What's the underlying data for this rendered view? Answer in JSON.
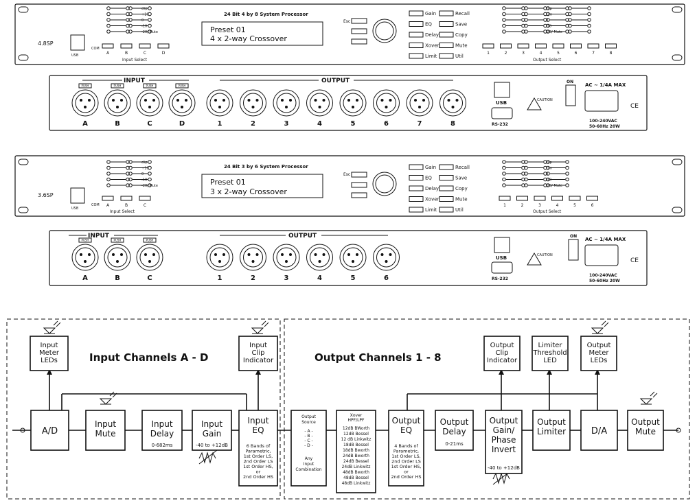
{
  "front8": {
    "model": "4.8SP",
    "title": "24 Bit   4 by 8 System Processor",
    "display_line1": "Preset 01",
    "display_line2": "4 x 2-way Crossover",
    "esc": "Esc",
    "usb": "USB",
    "com": "COM",
    "input_leds": [
      "clip",
      "+10",
      "0",
      "-10",
      "-20/ Mute"
    ],
    "output_leds": [
      "clip",
      "Lim",
      "0",
      "-10",
      "-20/ Mute"
    ],
    "inputs": [
      "A",
      "B",
      "C",
      "D"
    ],
    "input_select": "Input Select",
    "outputs": [
      "1",
      "2",
      "3",
      "4",
      "5",
      "6",
      "7",
      "8"
    ],
    "output_select": "Output Select",
    "buttons_left": [
      "Gain",
      "EQ",
      "Delay",
      "Xover",
      "Limit"
    ],
    "buttons_right": [
      "Recall",
      "Save",
      "Copy",
      "Mute",
      "Util"
    ]
  },
  "rear8": {
    "input_label": "INPUT",
    "output_label": "OUTPUT",
    "push": "PUSH",
    "inputs": [
      "A",
      "B",
      "C",
      "D"
    ],
    "outputs": [
      "1",
      "2",
      "3",
      "4",
      "5",
      "6",
      "7",
      "8"
    ],
    "usb": "USB",
    "rs232": "RS-232",
    "on": "ON",
    "ac": "AC ~ 1/4A MAX",
    "voltage": "100-240VAC",
    "freq": "50-60Hz 20W",
    "caution": "CAUTION",
    "ce": "CE"
  },
  "front6": {
    "model": "3.6SP",
    "title": "24 Bit   3 by 6 System Processor",
    "display_line1": "Preset 01",
    "display_line2": "3 x 2-way Crossover",
    "esc": "Esc",
    "usb": "USB",
    "com": "COM",
    "input_leds": [
      "clip",
      "+10",
      "0",
      "-10",
      "-20/ Mute"
    ],
    "output_leds": [
      "clip",
      "Lim",
      "0",
      "-10",
      "-20/ Mute"
    ],
    "inputs": [
      "A",
      "B",
      "C"
    ],
    "input_select": "Input Select",
    "outputs": [
      "1",
      "2",
      "3",
      "4",
      "5",
      "6"
    ],
    "output_select": "Output Select",
    "buttons_left": [
      "Gain",
      "EQ",
      "Delay",
      "Xover",
      "Limit"
    ],
    "buttons_right": [
      "Recall",
      "Save",
      "Copy",
      "Mute",
      "Util"
    ]
  },
  "rear6": {
    "input_label": "INPUT",
    "output_label": "OUTPUT",
    "push": "PUSH",
    "inputs": [
      "A",
      "B",
      "C"
    ],
    "outputs": [
      "1",
      "2",
      "3",
      "4",
      "5",
      "6"
    ],
    "usb": "USB",
    "rs232": "RS-232",
    "on": "ON",
    "ac": "AC ~ 1/4A MAX",
    "voltage": "100-240VAC",
    "freq": "50-60Hz 20W",
    "caution": "CAUTION",
    "ce": "CE"
  },
  "diagram": {
    "input_title": "Input Channels A - D",
    "output_title": "Output Channels 1 - 8",
    "input_meter_leds": "Input Meter LEDs",
    "input_clip_indicator": "Input Clip Indicator",
    "ad": "A/D",
    "input_mute": "Input Mute",
    "input_delay": "Input Delay",
    "input_delay_range": "0-682ms",
    "input_gain": "Input Gain",
    "input_gain_range": "-40 to +12dB",
    "input_eq": "Input EQ",
    "input_eq_desc": [
      "6 Bands of",
      "Parametric,",
      "1st Order LS,",
      "2nd Order LS",
      "1st Order HS,",
      "or",
      "2nd Order HS"
    ],
    "output_source": "Output Source",
    "output_source_abcd": [
      "- A -",
      "- B -",
      "- C -",
      "- D -"
    ],
    "output_source_desc": [
      "Any",
      "Input",
      "Combination"
    ],
    "xover_title": "Xover HPF/LPF",
    "xover_types": [
      "12dB BWorth",
      "12dB Bessel",
      "12 dB Linkwitz",
      "18dB Bessel",
      "18dB Bworth",
      "24dB Bworth",
      "24dB Bessel",
      "24dB Linkwitz",
      "48dB Bworth",
      "48dB Bessel",
      "48dB Linkwitz"
    ],
    "output_eq": "Output EQ",
    "output_eq_desc": [
      "4 Bands of",
      "Parametric,",
      "1st Order LS,",
      "2nd Order LS",
      "1st Order HS,",
      "or",
      "2nd Order HS"
    ],
    "output_delay": "Output Delay",
    "output_delay_range": "0-21ms",
    "output_clip_indicator": "Output Clip Indicator",
    "output_gain_phase": "Output Gain/ Phase Invert",
    "output_gain_range": "-40 to +12dB",
    "limiter_threshold_led": "Limiter Threshold LED",
    "output_limiter": "Output Limiter",
    "output_meter_leds": "Output Meter LEDs",
    "da": "D/A",
    "output_mute": "Output Mute"
  }
}
